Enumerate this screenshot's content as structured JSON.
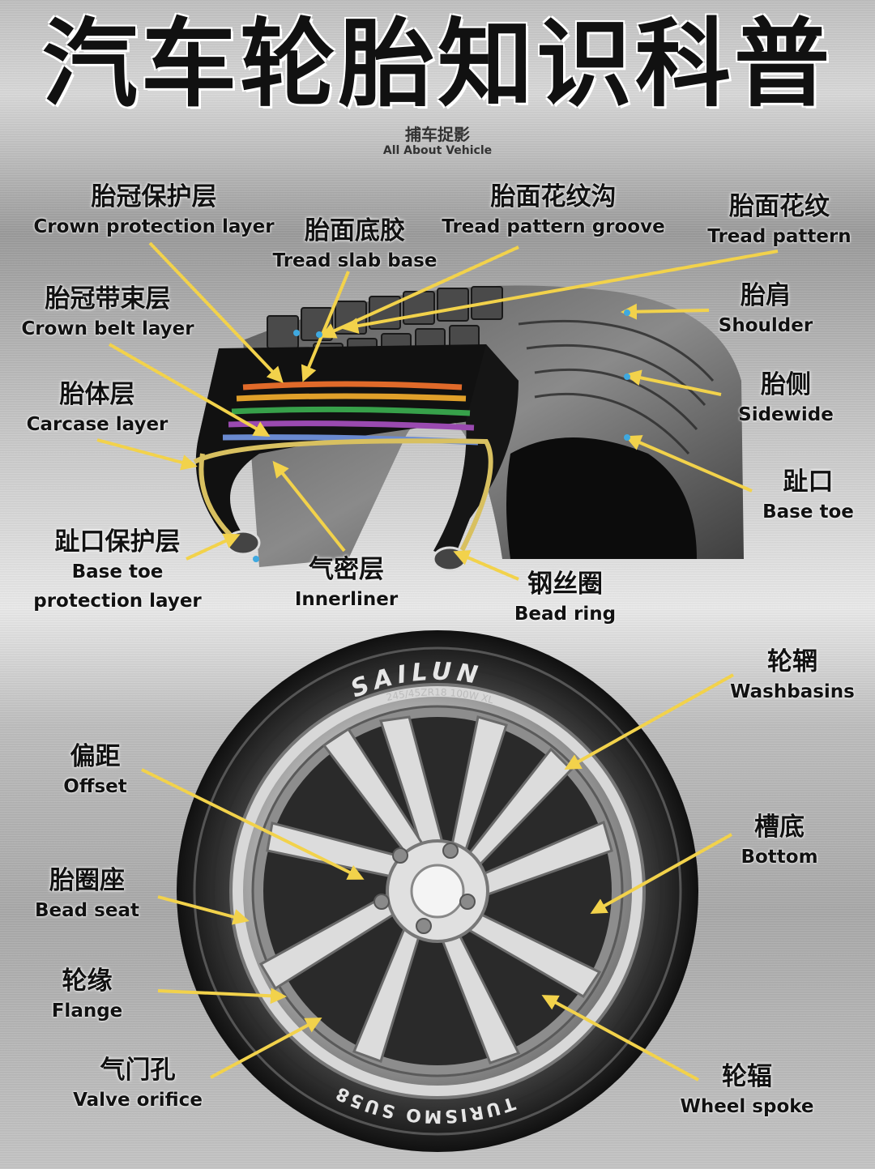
{
  "title": "汽车轮胎知识科普",
  "brand": {
    "cn": "捕车捉影",
    "en": "All About Vehicle"
  },
  "tire_brand": "SAILUN",
  "tire_model": "TURISMO SU58",
  "tire_size": "245/45ZR18  100W XL",
  "colors": {
    "arrow": "#f2d24b",
    "accent_dot": "#3fa9e0"
  },
  "section_tire": {
    "labels": [
      {
        "id": "crown-protection-layer",
        "cn": "胎冠保护层",
        "en": "Crown protection layer"
      },
      {
        "id": "tread-slab-base",
        "cn": "胎面底胶",
        "en": "Tread slab base"
      },
      {
        "id": "tread-pattern-groove",
        "cn": "胎面花纹沟",
        "en": "Tread pattern groove"
      },
      {
        "id": "tread-pattern",
        "cn": "胎面花纹",
        "en": "Tread pattern"
      },
      {
        "id": "crown-belt-layer",
        "cn": "胎冠带束层",
        "en": "Crown belt layer"
      },
      {
        "id": "shoulder",
        "cn": "胎肩",
        "en": "Shoulder"
      },
      {
        "id": "carcase-layer",
        "cn": "胎体层",
        "en": "Carcase layer"
      },
      {
        "id": "sidewide",
        "cn": "胎侧",
        "en": "Sidewide"
      },
      {
        "id": "base-toe",
        "cn": "趾口",
        "en": "Base toe"
      },
      {
        "id": "base-toe-protection-layer",
        "cn": "趾口保护层",
        "en": "Base toe",
        "en2": "protection layer"
      },
      {
        "id": "innerliner",
        "cn": "气密层",
        "en": "Innerliner"
      },
      {
        "id": "bead-ring",
        "cn": "钢丝圈",
        "en": "Bead ring"
      }
    ]
  },
  "section_wheel": {
    "labels": [
      {
        "id": "washbasins",
        "cn": "轮辋",
        "en": "Washbasins"
      },
      {
        "id": "offset",
        "cn": "偏距",
        "en": "Offset"
      },
      {
        "id": "bottom",
        "cn": "槽底",
        "en": "Bottom"
      },
      {
        "id": "bead-seat",
        "cn": "胎圈座",
        "en": "Bead seat"
      },
      {
        "id": "flange",
        "cn": "轮缘",
        "en": "Flange"
      },
      {
        "id": "valve-orifice",
        "cn": "气门孔",
        "en": "Valve orifice"
      },
      {
        "id": "wheel-spoke",
        "cn": "轮辐",
        "en": "Wheel spoke"
      }
    ]
  }
}
